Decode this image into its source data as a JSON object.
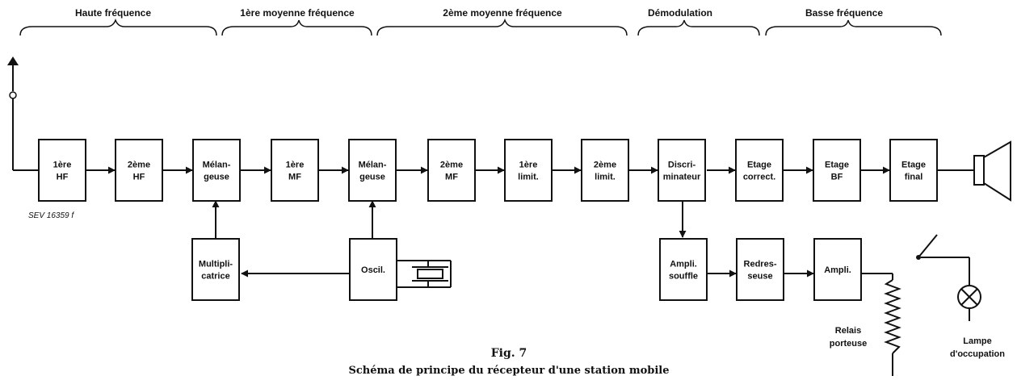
{
  "sections": [
    {
      "id": "hf",
      "label": "Haute fréquence"
    },
    {
      "id": "mf1",
      "label": "1ère moyenne fréquence"
    },
    {
      "id": "mf2",
      "label": "2ème moyenne fréquence"
    },
    {
      "id": "demod",
      "label": "Démodulation"
    },
    {
      "id": "bf",
      "label": "Basse fréquence"
    }
  ],
  "blocks": {
    "hf1": {
      "lines": [
        "1ère",
        "HF"
      ]
    },
    "hf2": {
      "lines": [
        "2ème",
        "HF"
      ]
    },
    "mix1": {
      "lines": [
        "Mélan-",
        "geuse"
      ]
    },
    "mf1": {
      "lines": [
        "1ère",
        "MF"
      ]
    },
    "mix2": {
      "lines": [
        "Mélan-",
        "geuse"
      ]
    },
    "mf2": {
      "lines": [
        "2ème",
        "MF"
      ]
    },
    "lim1": {
      "lines": [
        "1ère",
        "limit."
      ]
    },
    "lim2": {
      "lines": [
        "2ème",
        "limit."
      ]
    },
    "disc": {
      "lines": [
        "Discri-",
        "minateur"
      ]
    },
    "corr": {
      "lines": [
        "Etage",
        "correct."
      ]
    },
    "bfstage": {
      "lines": [
        "Etage",
        "BF"
      ]
    },
    "final": {
      "lines": [
        "Etage",
        "final"
      ]
    },
    "mult": {
      "lines": [
        "Multipli-",
        "catrice"
      ]
    },
    "osc": {
      "lines": [
        "Oscil."
      ]
    },
    "amplsouff": {
      "lines": [
        "Ampli.",
        "souffle"
      ]
    },
    "redr": {
      "lines": [
        "Redres-",
        "seuse"
      ]
    },
    "ampli": {
      "lines": [
        "Ampli."
      ]
    }
  },
  "labels": {
    "ref": "SEV 16359 f",
    "relais": [
      "Relais",
      "porteuse"
    ],
    "lampe": [
      "Lampe",
      "d'occupation"
    ]
  },
  "caption": {
    "fig": "Fig. 7",
    "title": "Schéma de principe du récepteur d'une station mobile"
  },
  "components": {
    "antenna": "antenna-icon",
    "speaker": "speaker-icon",
    "crystal": "crystal-icon",
    "switch": "relay-switch-icon",
    "lamp": "lamp-icon",
    "coil": "relay-coil-icon"
  }
}
